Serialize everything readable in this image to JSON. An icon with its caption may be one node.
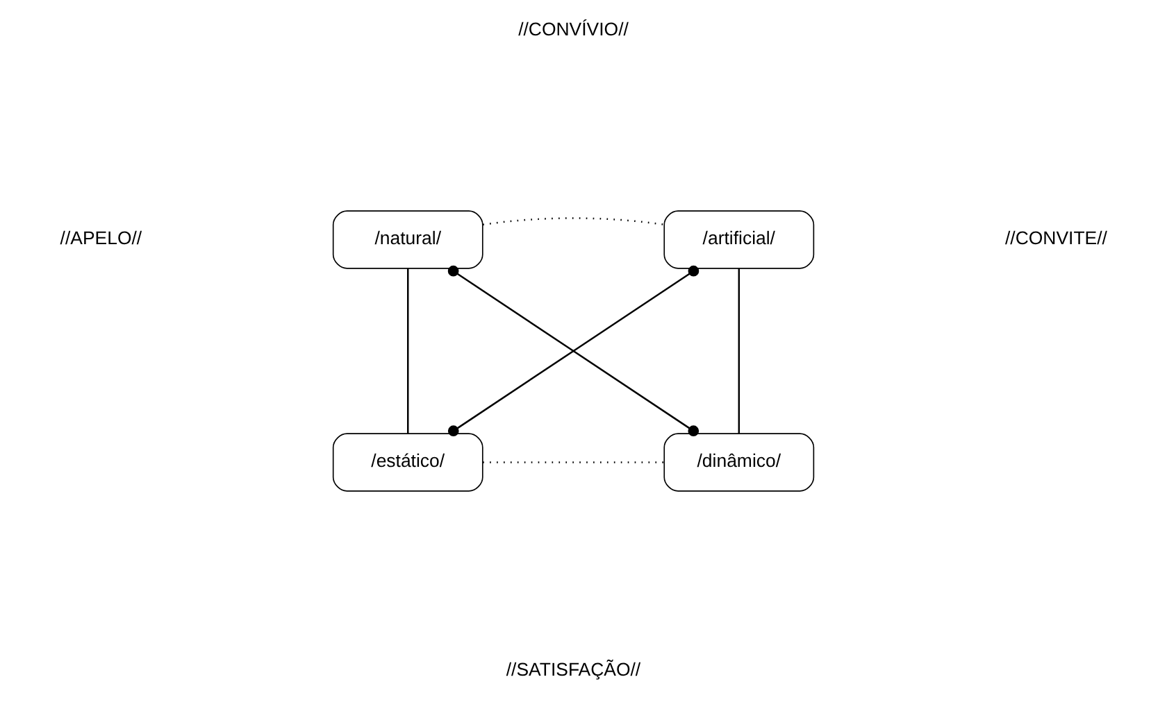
{
  "diagram": {
    "nodes": [
      {
        "text": [
          "/natural/"
        ]
      },
      {
        "text": [
          "/artificial/"
        ]
      },
      {
        "text": [
          "/estático/"
        ]
      },
      {
        "text": [
          "/dinâmico/"
        ]
      }
    ],
    "edges": [
      {
        "from": 0,
        "to": 1,
        "arrow": "none",
        "style": "dashed"
      },
      {
        "from": 0,
        "to": 2,
        "arrow": "none"
      },
      {
        "from": 1,
        "to": 3,
        "arrow": "none"
      },
      {
        "from": 0,
        "to": 3,
        "arrow": "other"
      },
      {
        "from": 1,
        "to": 2,
        "arrow": "other"
      },
      {
        "from": 2,
        "to": 3,
        "arrow": "none",
        "style": "dashed"
      }
    ],
    "labels": [
      "//CONVÍVIO//",
      "//APELO//",
      "//CONVITE//",
      "//SATISFAÇÃO//"
    ]
  }
}
